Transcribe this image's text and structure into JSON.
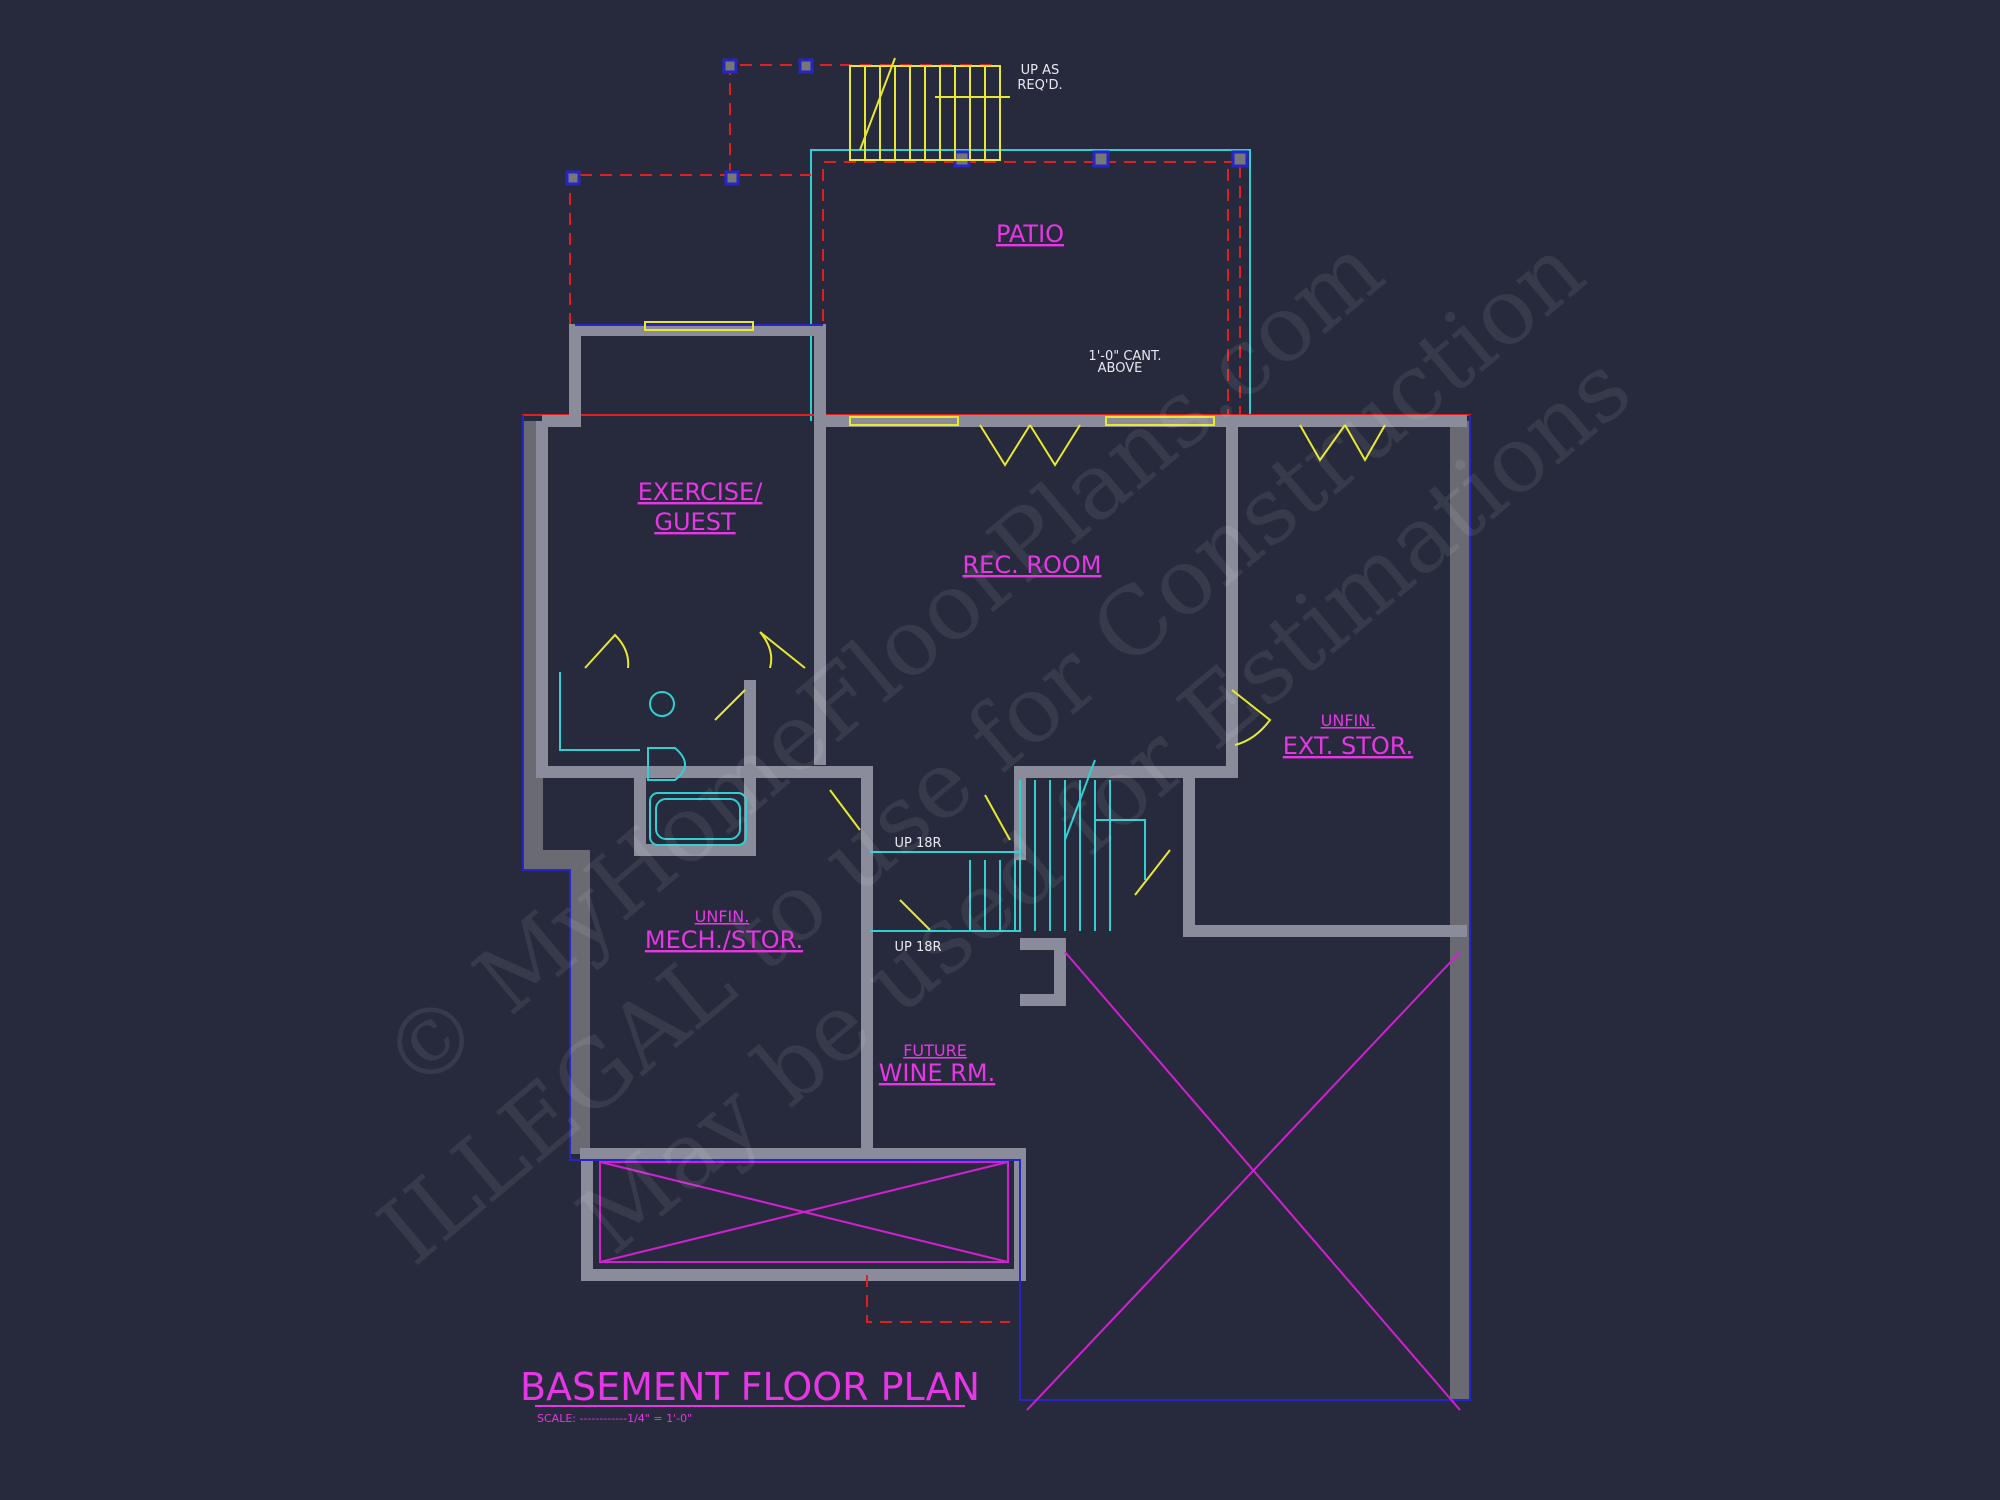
{
  "title": "BASEMENT FLOOR PLAN",
  "scale": "SCALE: ------------1/4\" = 1'-0\"",
  "rooms": {
    "patio": "PATIO",
    "exercise_line1": "EXERCISE/",
    "exercise_line2": "GUEST",
    "rec_room": "REC. ROOM",
    "ext_stor_line1": "UNFIN.",
    "ext_stor_line2": "EXT. STOR.",
    "mech_line1": "UNFIN.",
    "mech_line2": "MECH./STOR.",
    "wine_line1": "FUTURE",
    "wine_line2": "WINE RM."
  },
  "notes": {
    "up_as_reqd_1": "UP AS",
    "up_as_reqd_2": "REQ'D.",
    "cant_1": "1'-0\" CANT.",
    "cant_2": "ABOVE",
    "stair_up_top": "UP 18R",
    "stair_up_bottom": "UP 18R"
  },
  "watermark": {
    "line1": "© MyHomeFloorPlans.com",
    "line2": "ILLEGAL to use for Construction",
    "line3": "May be used for Estimations"
  },
  "colors": {
    "background": "#262a3c",
    "label": "#e636e6",
    "wall": "#8a8c9c",
    "door": "#e8e830",
    "fixture": "#30d0d0",
    "hidden": "#e02020"
  }
}
